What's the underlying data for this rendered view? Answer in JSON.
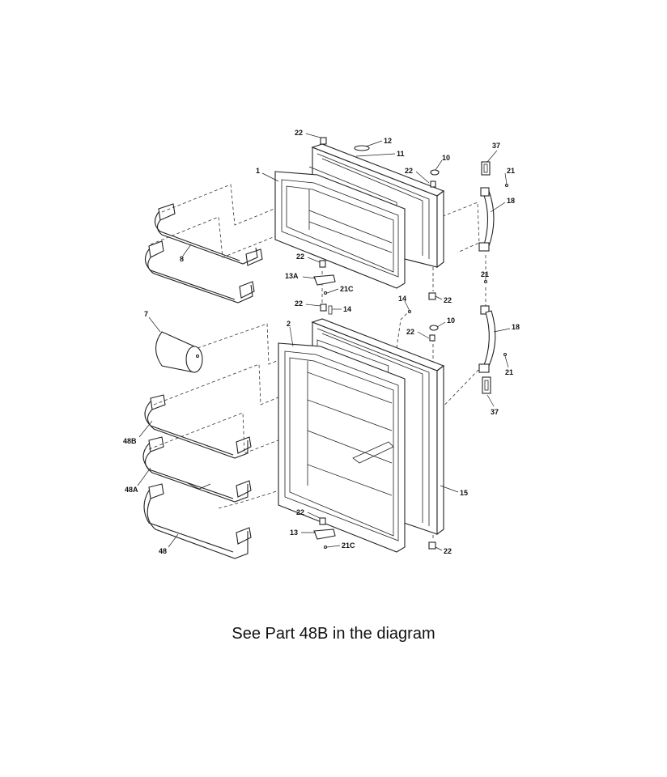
{
  "caption": "See Part 48B in the diagram",
  "labels": {
    "p22_top_freezer": "22",
    "p12": "12",
    "p11": "11",
    "p10_top": "10",
    "p22_top_right": "22",
    "p37_top": "37",
    "p21_top": "21",
    "p18_top": "18",
    "p1": "1",
    "p8": "8",
    "p22_freezer_hinge": "22",
    "p13A": "13A",
    "p21C_top": "21C",
    "p21_mid": "21",
    "p22_mid_right": "22",
    "p14_right": "14",
    "p22_fresh_top": "22",
    "p14_left": "14",
    "p10_mid": "10",
    "p22_mid_center": "22",
    "p18_bottom": "18",
    "p7": "7",
    "p2": "2",
    "p21_bottom": "21",
    "p37_bottom": "37",
    "p48B": "48B",
    "p48A": "48A",
    "p15": "15",
    "p22_bottom_hinge": "22",
    "p13": "13",
    "p21C_bottom": "21C",
    "p22_bottom_right": "22",
    "p48": "48"
  }
}
